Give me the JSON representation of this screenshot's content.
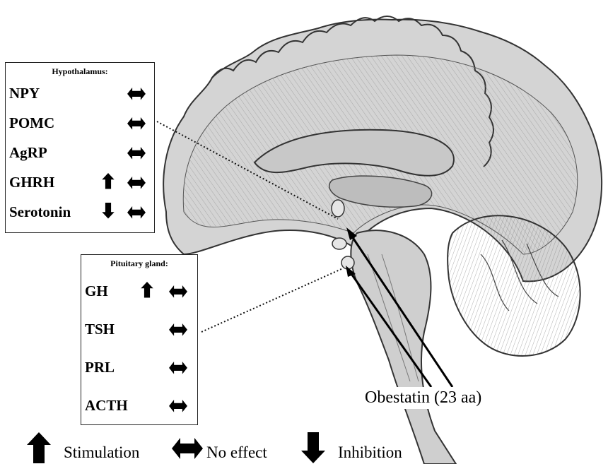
{
  "hypothalamus": {
    "title": "Hypothalamus:",
    "rows": [
      {
        "label": "NPY",
        "stimulation": false,
        "inhibition": false,
        "no_effect": true
      },
      {
        "label": "POMC",
        "stimulation": false,
        "inhibition": false,
        "no_effect": true
      },
      {
        "label": "AgRP",
        "stimulation": false,
        "inhibition": false,
        "no_effect": true
      },
      {
        "label": "GHRH",
        "stimulation": true,
        "inhibition": false,
        "no_effect": true
      },
      {
        "label": "Serotonin",
        "stimulation": false,
        "inhibition": true,
        "no_effect": true
      }
    ]
  },
  "pituitary": {
    "title": "Pituitary gland:",
    "rows": [
      {
        "label": "GH",
        "stimulation": true,
        "inhibition": false,
        "no_effect": true
      },
      {
        "label": "TSH",
        "stimulation": false,
        "inhibition": false,
        "no_effect": true
      },
      {
        "label": "PRL",
        "stimulation": false,
        "inhibition": false,
        "no_effect": true
      },
      {
        "label": "ACTH",
        "stimulation": false,
        "inhibition": false,
        "no_effect": true
      }
    ]
  },
  "obestatin_label": "Obestatin (23 aa)",
  "legend": {
    "stimulation": "Stimulation",
    "no_effect": "No effect",
    "inhibition": "Inhibition"
  },
  "icons": {
    "stimulation": "up-arrow-icon",
    "no_effect": "double-arrow-icon",
    "inhibition": "down-arrow-icon"
  }
}
